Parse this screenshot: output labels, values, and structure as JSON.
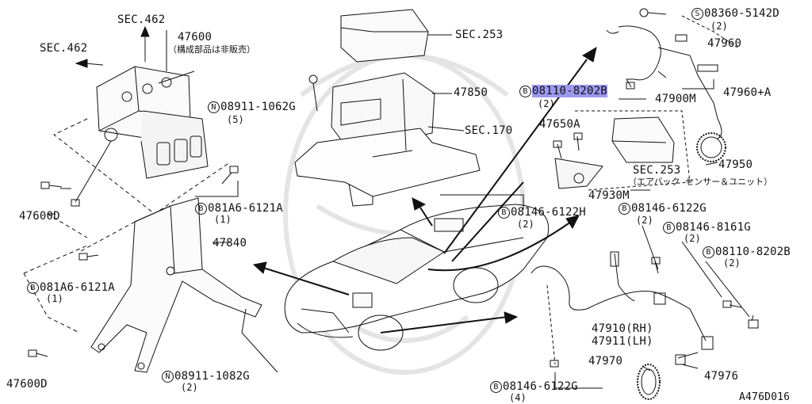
{
  "diagram_id": "A476D016",
  "labels": {
    "sec462_top": "SEC.462",
    "sec462_left": "SEC.462",
    "p47600": "47600",
    "p47600_note": "（構成部品は非販売）",
    "sec253_top": "SEC.253",
    "sec253_right": "SEC.253",
    "sec253_note": "（エアバック センサー＆ユニット）",
    "sec170": "SEC.170",
    "p47850": "47850",
    "p47650a": "47650A",
    "p47930m": "47930M",
    "p47840": "47840",
    "p47600d_a": "47600D",
    "p47600d_b": "47600D",
    "p47960": "47960",
    "p47960a": "47960+A",
    "p47900m": "47900M",
    "p47950": "47950",
    "p47910": "47910(RH)",
    "p47911": "47911(LH)",
    "p47970": "47970",
    "p47976": "47976"
  },
  "callouts": [
    {
      "prefix": "S",
      "part": "08360-5142D",
      "qty": "(2)"
    },
    {
      "prefix": "B",
      "part": "08110-8202B",
      "qty": "(2)",
      "highlighted": true
    },
    {
      "prefix": "N",
      "part": "08911-1062G",
      "qty": "(5)"
    },
    {
      "prefix": "B",
      "part": "081A6-6121A",
      "qty": "(1)"
    },
    {
      "prefix": "B",
      "part": "081A6-6121A",
      "qty": "(1)"
    },
    {
      "prefix": "B",
      "part": "08146-6122H",
      "qty": "(2)"
    },
    {
      "prefix": "B",
      "part": "08146-6122G",
      "qty": "(2)"
    },
    {
      "prefix": "B",
      "part": "08146-8161G",
      "qty": "(2)"
    },
    {
      "prefix": "B",
      "part": "08110-8202B",
      "qty": "(2)"
    },
    {
      "prefix": "N",
      "part": "08911-1082G",
      "qty": "(2)"
    },
    {
      "prefix": "B",
      "part": "08146-6122G",
      "qty": "(4)"
    }
  ],
  "colors": {
    "line": "#111111",
    "highlight": "#9c98f0",
    "watermark": "#dcdcdc"
  }
}
